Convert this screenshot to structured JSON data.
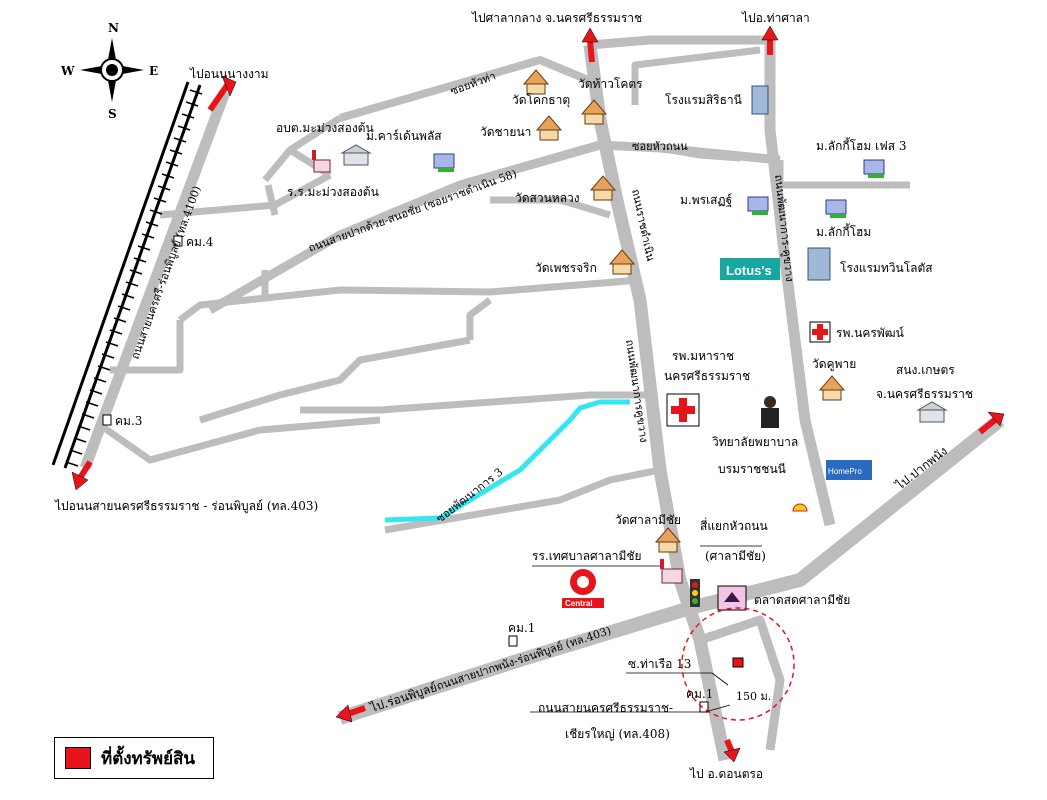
{
  "compass": {
    "n": "N",
    "s": "S",
    "e": "E",
    "w": "W"
  },
  "destinations": {
    "top_left": "ไปอนนนางงาม",
    "top_center": "ไปศาลากลาง จ.นครศรีธรรมราช",
    "top_right": "ไปอ.ท่าศาลา",
    "left": "ไปอนนสายนครศรีธรรมราช - ร่อนพิบูลย์ (ทล.403)",
    "bottom_left": "ไป.ร่อนพิบูลย์",
    "bottom": "ไป อ.ดอนตรอ",
    "right": "ไป.ปากพนัง"
  },
  "road_labels": {
    "rail": "ถนนสายนครศรี-ร่อนพิบูลย์ (ทล.4100)",
    "soi_hua_tha": "ซอยหัวท่า",
    "soi_hua_tanon": "ซอยหัวถนน",
    "ratchadamnoen": "ถนนราชดำเนิน",
    "phatthanakan": "ถนนพัฒนาการคูขวาง",
    "pak_phun": "ถนนสายปากด้วย-สนอชัย (ซอยราชดำเนิน 58)",
    "karom": "ถนนพัฒนาการ-คูขวาง",
    "pattana3": "ซอยพัฒนาการ 3",
    "main403": "ถนนสายปากพนัง-ร่อนพิบูลย์ (ทล.403)",
    "radius": "150 ม."
  },
  "places": {
    "obt": "อบต.มะม่วงสองต้น",
    "school1": "ร.ร.มะม่วงสองต้น",
    "km4": "คม.4",
    "km3": "คม.3",
    "km1a": "คม.1",
    "km1b": "คม.1",
    "wat_khok": "วัดโคกธาตุ",
    "wat_tha_pho": "วัดท้าวโคตร",
    "wat_chai": "วัดชายนา",
    "wat_suan": "วัดสวนหลวง",
    "wat_phet": "วัดเพชรจริก",
    "wat_sala": "วัดศาลามีชัย",
    "wat_khu": "วัดคูพาย",
    "moo_car": "ม.คาร์เด้นพลัส",
    "moo_lucky3": "ม.ลักกี้โฮม เฟส 3",
    "moo_pon": "ม.พรเสฏฐ์",
    "moo_lucky": "ม.ลักกี้โฮม",
    "hotel_sitin": "โรงแรมสิริธานี",
    "hotel_twin": "โรงแรมทวินโลตัส",
    "lotus": "Lotus's",
    "hosp_nakhon": "รพ.นครพัฒน์",
    "hosp_maharat1": "รพ.มหาราช",
    "hosp_maharat2": "นครศรีธรรมราช",
    "college1": "วิทยาลัยพยาบาล",
    "college2": "บรมราชชนนี",
    "bank1": "สนง.เกษตร",
    "bank2": "จ.นครศรีธรรมราช",
    "homepro": "HomePro",
    "school2": "รร.เทศบาลศาลามีชัย",
    "junction1": "สี่แยกหัวถนน",
    "junction2": "(ศาลามีชัย)",
    "central": "Central",
    "market": "ตลาดสดศาลามีชัย",
    "soi13": "ซ.ท่าเรือ 13",
    "road408a": "ถนนสายนครศรีธรรมราช-",
    "road408b": "เชียรใหญ่ (ทล.408)"
  },
  "legend": {
    "label": "ที่ตั้งทรัพย์สิน"
  },
  "colors": {
    "road": "#bdbdbd",
    "canal": "#33e6f0",
    "arrow": "#e8141b",
    "railway": "#000000"
  }
}
